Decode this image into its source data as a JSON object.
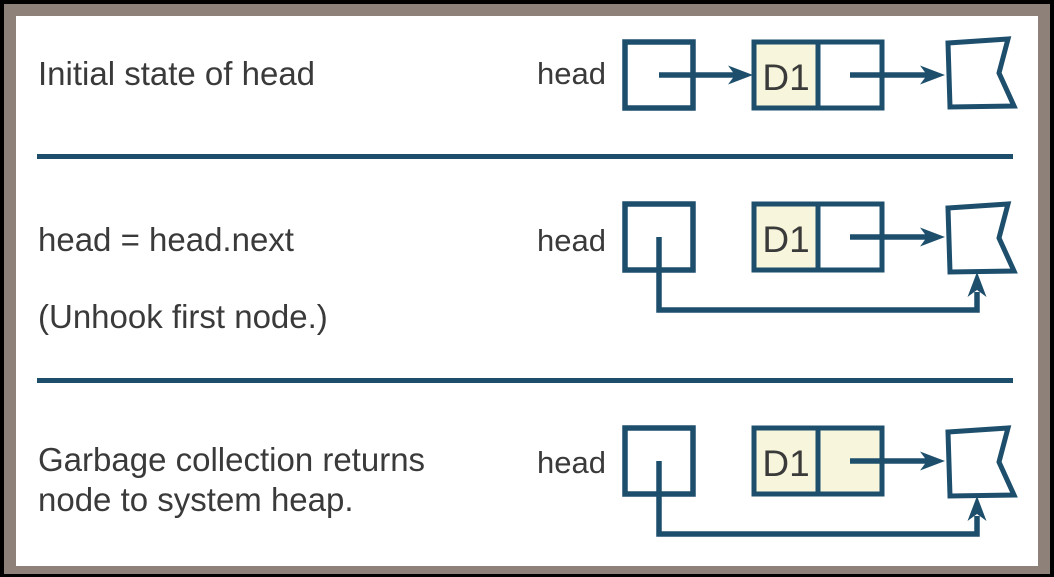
{
  "figure": {
    "rows": [
      {
        "label": "Initial state of head",
        "pointer_label": "head",
        "node_value": "D1"
      },
      {
        "label": "head = head.next",
        "sublabel": "(Unhook first node.)",
        "pointer_label": "head",
        "node_value": "D1"
      },
      {
        "label_line1": "Garbage collection returns",
        "label_line2": "node to system heap.",
        "pointer_label": "head",
        "node_value": "D1"
      }
    ]
  },
  "colors": {
    "accent": "#1d4f6d",
    "node_fill": "#f7f6dc",
    "frame": "#8e817a",
    "text": "#3a3a3a",
    "paper": "#ffffff",
    "outer": "#000000"
  }
}
